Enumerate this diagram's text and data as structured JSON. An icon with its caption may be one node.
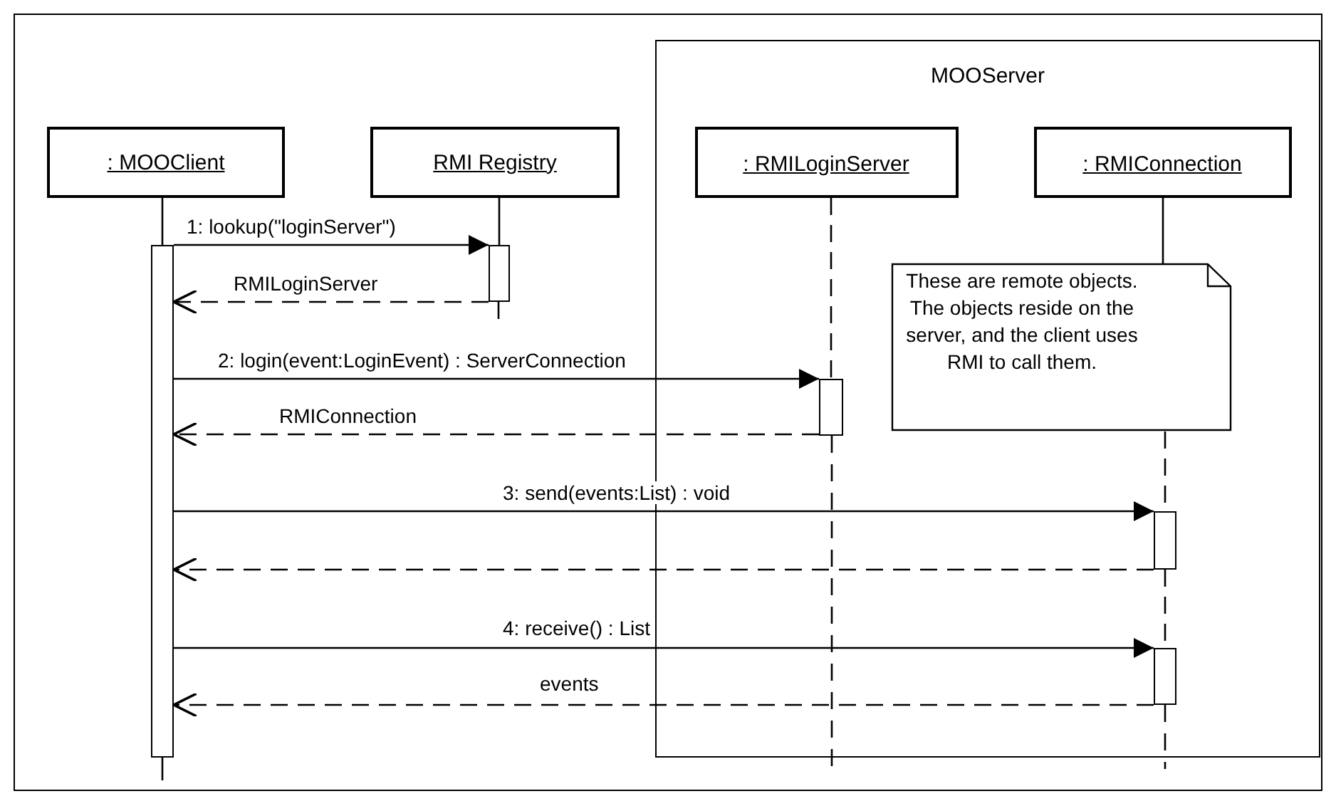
{
  "diagram": {
    "nodes": [
      {
        "text": [
          "MOOServer"
        ]
      },
      {
        "text": [
          ": MOOClient"
        ]
      },
      {
        "text": [
          "RMI Registry"
        ]
      },
      {
        "text": [
          ": RMILoginServer"
        ],
        "in": 0
      },
      {
        "text": [
          ": RMIConnection"
        ],
        "in": 0
      },
      {
        "text": [],
        "shape": "bar"
      },
      {
        "text": [],
        "shape": "bar"
      },
      {
        "text": [],
        "shape": "bar",
        "in": 0
      },
      {
        "text": [],
        "shape": "bar",
        "in": 0
      },
      {
        "text": [],
        "shape": "bar",
        "in": 0
      },
      {
        "text": [
          "These are remote objects. The objects reside on the server, and the client uses RMI to call them."
        ],
        "in": 0
      }
    ],
    "edges": [
      {
        "from": 5,
        "to": 6,
        "arrow": "to",
        "label": "1: lookup(\"loginServer\")"
      },
      {
        "from": 6,
        "to": 5,
        "arrow": "to",
        "label": "RMILoginServer",
        "style": "dashed"
      },
      {
        "from": 5,
        "to": 7,
        "arrow": "to",
        "label": "2: login(event:LoginEvent) : ServerConnection"
      },
      {
        "from": 7,
        "to": 5,
        "arrow": "to",
        "label": "RMIConnection",
        "style": "dashed"
      },
      {
        "from": 5,
        "to": 8,
        "arrow": "to",
        "label": "3: send(events:List) : void"
      },
      {
        "from": 8,
        "to": 5,
        "arrow": "to",
        "style": "dashed"
      },
      {
        "from": 5,
        "to": 9,
        "arrow": "to",
        "label": "4: receive() : List"
      },
      {
        "from": 9,
        "to": 5,
        "arrow": "to",
        "label": "events",
        "style": "dashed"
      },
      {
        "from": 1,
        "to": 5,
        "arrow": "none"
      },
      {
        "from": 2,
        "to": 6,
        "arrow": "none"
      },
      {
        "from": 3,
        "to": 7,
        "arrow": "none",
        "style": "dashed"
      },
      {
        "from": 4,
        "to": 10,
        "arrow": "none"
      },
      {
        "from": 10,
        "to": 8,
        "arrow": "none",
        "style": "dashed"
      },
      {
        "from": 8,
        "to": 9,
        "arrow": "none",
        "style": "dashed"
      }
    ]
  }
}
